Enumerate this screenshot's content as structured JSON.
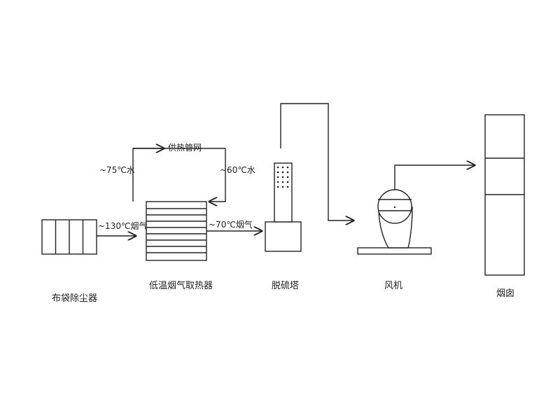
{
  "equipment": {
    "bag_filter": "布袋除尘器",
    "heat_exchanger": "低温烟气取热器",
    "desulfurization_tower": "脱硫塔",
    "fan": "风机",
    "chimney": "烟囱"
  },
  "flows": {
    "heating_network": "供热管网",
    "water_75": "~75℃水",
    "water_60": "~60℃水",
    "flue_gas_130": "~130℃烟气",
    "flue_gas_70": "~70℃烟气"
  }
}
